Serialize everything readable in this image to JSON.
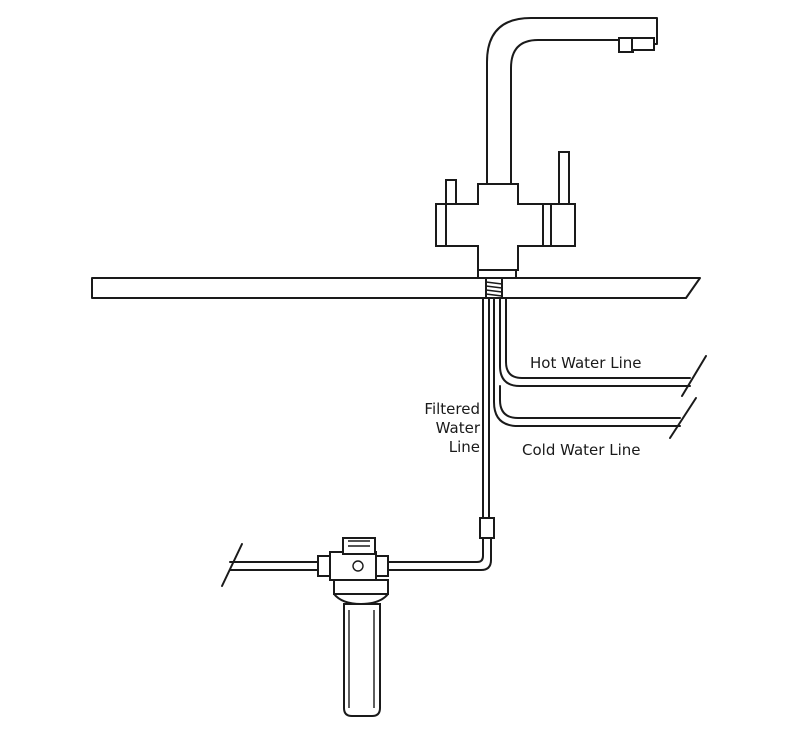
{
  "labels": {
    "hot_water_line": "Hot Water Line",
    "cold_water_line": "Cold Water Line",
    "filtered_water_line": [
      "Filtered",
      "Water",
      "Line"
    ]
  },
  "colors": {
    "stroke": "#1a1a1a",
    "background": "#ffffff"
  }
}
